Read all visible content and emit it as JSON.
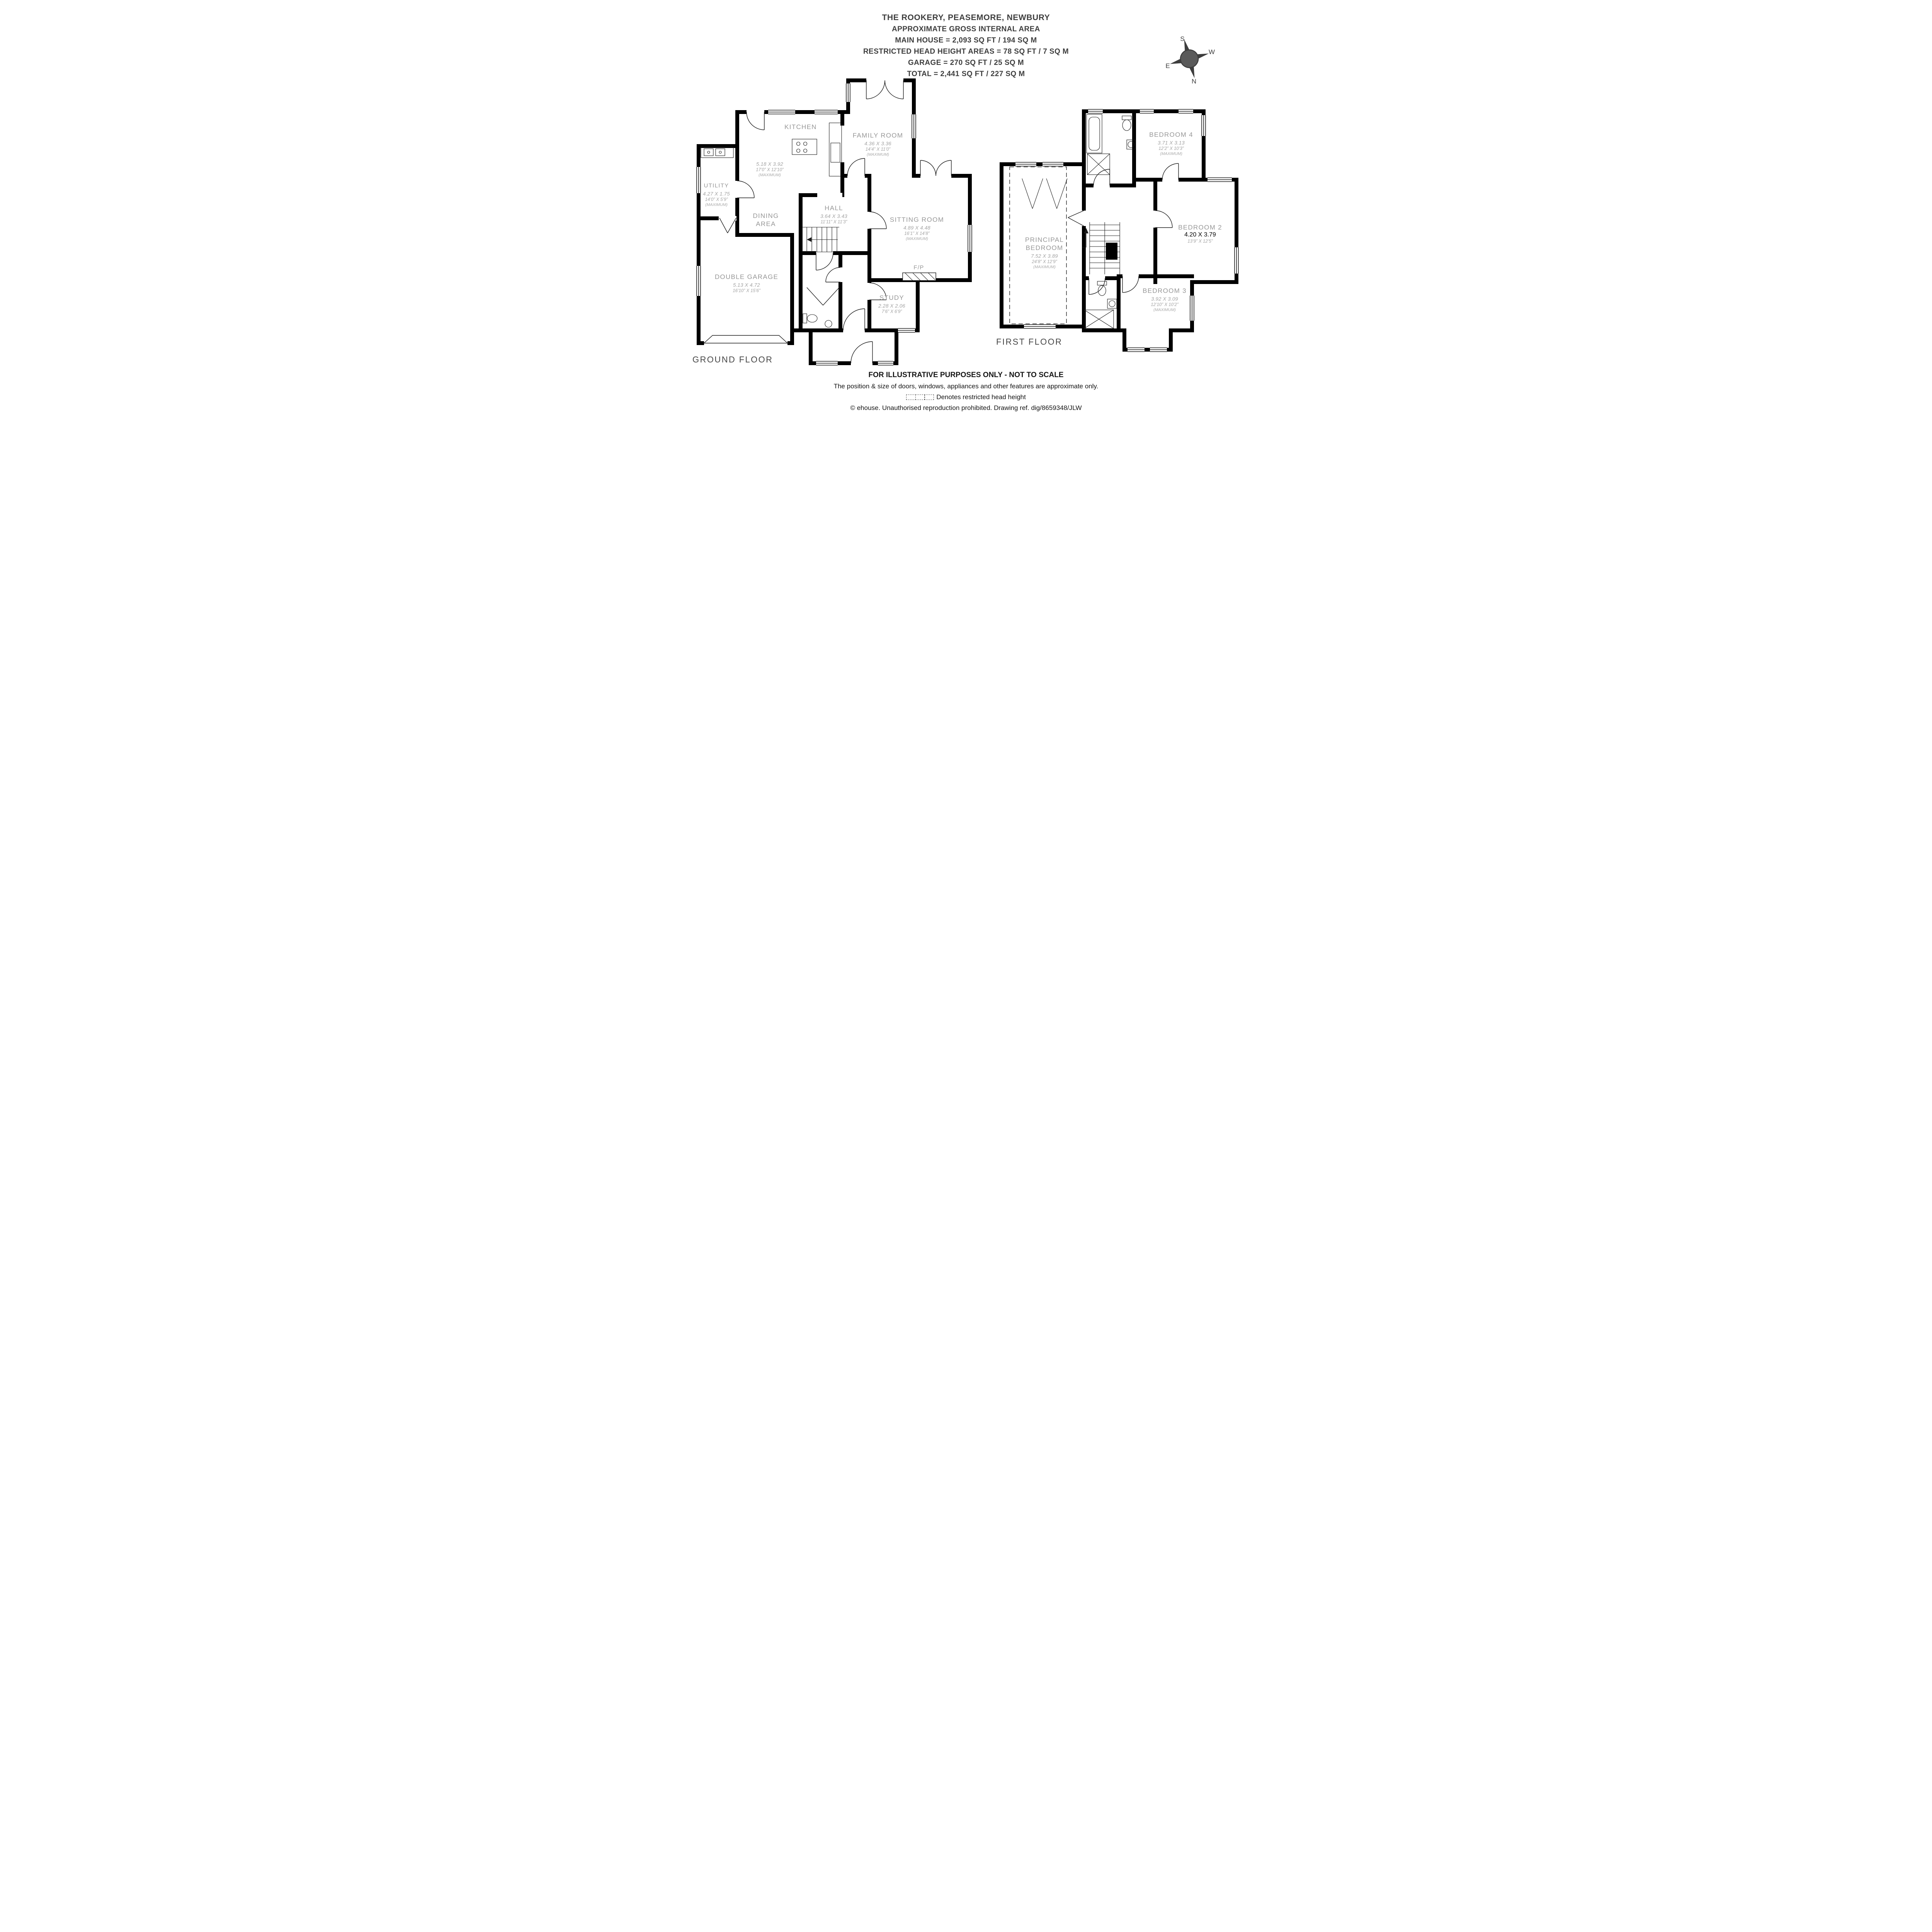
{
  "header": {
    "title": "THE ROOKERY, PEASEMORE, NEWBURY",
    "subtitle": "APPROXIMATE GROSS INTERNAL AREA",
    "area_lines": [
      "MAIN HOUSE = 2,093 SQ FT / 194 SQ M",
      "RESTRICTED HEAD HEIGHT AREAS = 78 SQ FT / 7 SQ M",
      "GARAGE = 270 SQ FT / 25 SQ M",
      "TOTAL = 2,441 SQ FT / 227 SQ M"
    ]
  },
  "compass": {
    "north": "N",
    "south": "S",
    "east": "E",
    "west": "W"
  },
  "ground_floor": {
    "label": "GROUND FLOOR",
    "rooms": {
      "kitchen": {
        "name": "KITCHEN",
        "metric": "5.18 X 3.92",
        "imperial": "17’0” X 12’10”",
        "note": "(MAXIMUM)"
      },
      "family_room": {
        "name": "FAMILY ROOM",
        "metric": "4.36 X 3.36",
        "imperial": "14’4” X 11’0”",
        "note": "(MAXIMUM)"
      },
      "utility": {
        "name": "UTILITY",
        "metric": "4.27 X 1.75",
        "imperial": "14’0” X 5’9”",
        "note": "(MAXIMUM)"
      },
      "dining_area": {
        "name": "DINING AREA"
      },
      "hall": {
        "name": "HALL",
        "metric": "3.64 X 3.43",
        "imperial": "11’11” X 11’3”"
      },
      "sitting_room": {
        "name": "SITTING ROOM",
        "metric": "4.89 X 4.48",
        "imperial": "16’1” X 14’8”",
        "note": "(MAXIMUM)"
      },
      "double_garage": {
        "name": "DOUBLE GARAGE",
        "metric": "5.13 X 4.72",
        "imperial": "16’10” X 15’6”"
      },
      "study": {
        "name": "STUDY",
        "metric": "2.28 X 2.06",
        "imperial": "7’6” X 6’9”"
      },
      "fireplace": {
        "name": "F/P"
      }
    }
  },
  "first_floor": {
    "label": "FIRST FLOOR",
    "rooms": {
      "principal_bedroom": {
        "name": "PRINCIPAL BEDROOM",
        "metric": "7.52 X 3.89",
        "imperial": "24’8” X 12’9”",
        "note": "(MAXIMUM)"
      },
      "bedroom_2": {
        "name": "BEDROOM 2",
        "metric": "4.20 X 3.79",
        "imperial": "13’9” X 12’5”"
      },
      "bedroom_3": {
        "name": "BEDROOM 3",
        "metric": "3.92 X 3.09",
        "imperial": "12’10” X 10’2”",
        "note": "(MAXIMUM)"
      },
      "bedroom_4": {
        "name": "BEDROOM 4",
        "metric": "3.71 X 3.13",
        "imperial": "12’2” X 10’3”",
        "note": "(MAXIMUM)"
      }
    }
  },
  "footer": {
    "line1": "FOR ILLUSTRATIVE PURPOSES ONLY - NOT TO SCALE",
    "line2": "The position & size of doors, windows, appliances and other features are approximate only.",
    "legend": "Denotes restricted head height",
    "line3": "© ehouse. Unauthorised reproduction prohibited. Drawing ref. dig/8659348/JLW"
  },
  "colors": {
    "wall": "#000000",
    "room_label": "#9b9b9b",
    "header_text": "#3e3e3e"
  }
}
